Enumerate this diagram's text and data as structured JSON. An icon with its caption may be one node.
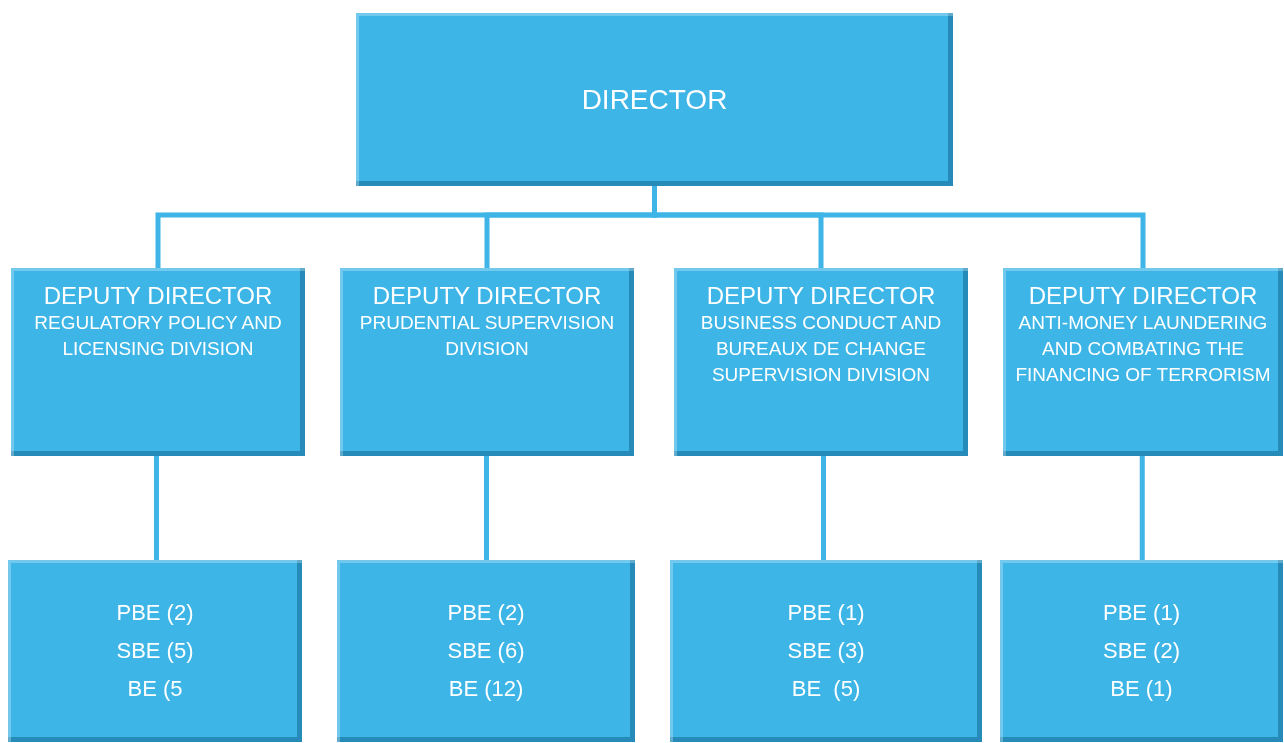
{
  "diagram": {
    "nodes": [
      {
        "text": [
          "DIRECTOR"
        ]
      },
      {
        "text": [
          "DEPUTY DIRECTOR",
          "REGULATORY POLICY AND LICENSING DIVISION"
        ]
      },
      {
        "text": [
          "DEPUTY DIRECTOR",
          "PRUDENTIAL SUPERVISION DIVISION"
        ]
      },
      {
        "text": [
          "DEPUTY DIRECTOR",
          "BUSINESS CONDUCT AND BUREAUX DE CHANGE SUPERVISION DIVISION"
        ]
      },
      {
        "text": [
          "DEPUTY DIRECTOR",
          "ANTI-MONEY LAUNDERING AND COMBATING THE FINANCING OF TERRORISM"
        ]
      },
      {
        "text": [
          "PBE (2)",
          "SBE (5)",
          "BE (5"
        ]
      },
      {
        "text": [
          "PBE (2)",
          "SBE (6)",
          "BE (12)"
        ]
      },
      {
        "text": [
          "PBE (1)",
          "SBE (3)",
          "BE  (5)"
        ]
      },
      {
        "text": [
          "PBE (1)",
          "SBE (2)",
          "BE (1)"
        ]
      }
    ],
    "edges": [
      {
        "from": 0,
        "to": 1,
        "arrow": "none"
      },
      {
        "from": 0,
        "to": 2,
        "arrow": "none"
      },
      {
        "from": 0,
        "to": 3,
        "arrow": "none"
      },
      {
        "from": 0,
        "to": 4,
        "arrow": "none"
      },
      {
        "from": 1,
        "to": 5,
        "arrow": "none"
      },
      {
        "from": 2,
        "to": 6,
        "arrow": "none"
      },
      {
        "from": 3,
        "to": 7,
        "arrow": "none"
      },
      {
        "from": 4,
        "to": 8,
        "arrow": "none"
      }
    ]
  }
}
